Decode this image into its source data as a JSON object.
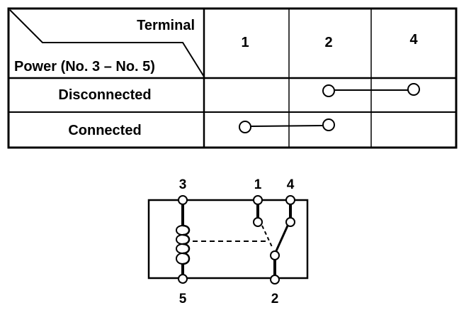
{
  "table": {
    "corner_top": "Terminal",
    "corner_bottom": "Power (No. 3 – No. 5)",
    "terminals": [
      "1",
      "2",
      "4"
    ],
    "rows": [
      {
        "label": "Disconnected",
        "connects": [
          "2",
          "4"
        ]
      },
      {
        "label": "Connected",
        "connects": [
          "1",
          "2"
        ]
      }
    ]
  },
  "schematic": {
    "top_labels": [
      "3",
      "1",
      "4"
    ],
    "bottom_labels": [
      "5",
      "2"
    ]
  }
}
